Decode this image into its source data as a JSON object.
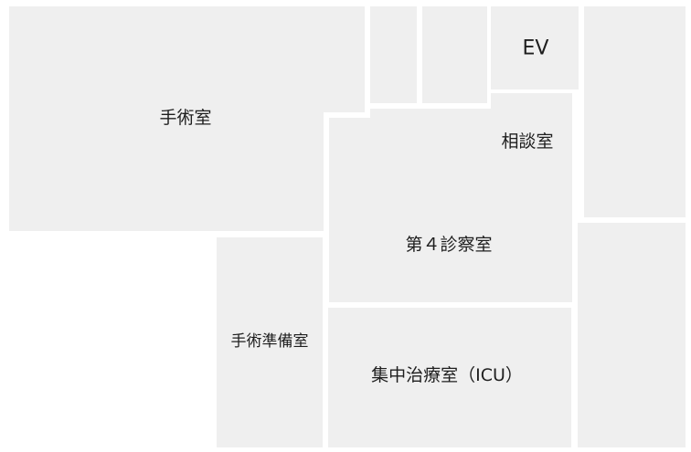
{
  "floor_plan": {
    "rooms": [
      {
        "id": "surgery",
        "label": "手術室"
      },
      {
        "id": "ev",
        "label": "EV"
      },
      {
        "id": "consultation",
        "label": "相談室"
      },
      {
        "id": "exam4",
        "label": "第４診察室"
      },
      {
        "id": "prep",
        "label": "手術準備室"
      },
      {
        "id": "icu",
        "label": "集中治療室（ICU）"
      }
    ],
    "unlabeled_rooms": 4
  }
}
